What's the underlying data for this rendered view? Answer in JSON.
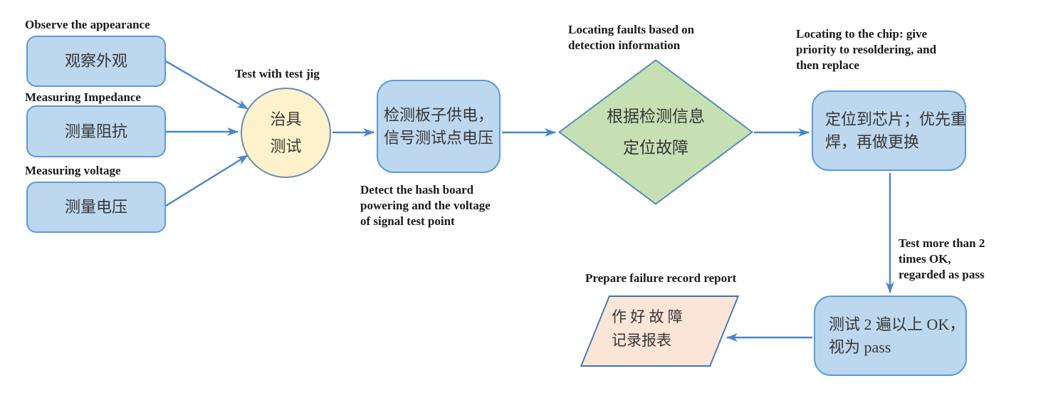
{
  "colors": {
    "arrow": "#4a86c8",
    "process_fill": "#bdd7ee",
    "process_border": "#5b9bd5",
    "circle_fill": "#fdf2cc",
    "circle_border": "#6b8cae",
    "diamond_fill": "#c6e0b4",
    "diamond_border": "#568bb8",
    "para_fill": "#fbe5d6",
    "para_border": "#3d76b4",
    "label_color": "#1a1a1a",
    "shape_text": "#363636"
  },
  "nodes": {
    "observe": {
      "label": "Observe the appearance",
      "text": "观察外观"
    },
    "impedance": {
      "label": "Measuring Impedance",
      "text": "测量阻抗"
    },
    "voltage": {
      "label": "Measuring voltage",
      "text": "测量电压"
    },
    "jig": {
      "label": "Test with test jig",
      "lines": [
        "治具",
        "测试"
      ]
    },
    "detect": {
      "label_lines": [
        "Detect the hash board",
        "powering and the voltage",
        "of signal test point"
      ],
      "lines": [
        "检测板子供电，",
        "信号测试点电压"
      ]
    },
    "fault": {
      "label_lines": [
        "Locating faults based on",
        "detection information"
      ],
      "lines": [
        "根据检测信息",
        "定位故障"
      ]
    },
    "chip": {
      "label_lines": [
        "Locating to the chip: give",
        "priority to resoldering, and",
        "then replace"
      ],
      "lines": [
        "定位到芯片；优先重",
        "焊，再做更换"
      ]
    },
    "pass": {
      "label_lines": [
        "Test more than 2",
        "times OK,",
        "regarded as pass"
      ],
      "lines": [
        "测试 2 遍以上 OK，",
        "视为 pass"
      ]
    },
    "report": {
      "label": "Prepare failure record report",
      "lines": [
        "作 好 故 障",
        "记录报表"
      ]
    }
  }
}
